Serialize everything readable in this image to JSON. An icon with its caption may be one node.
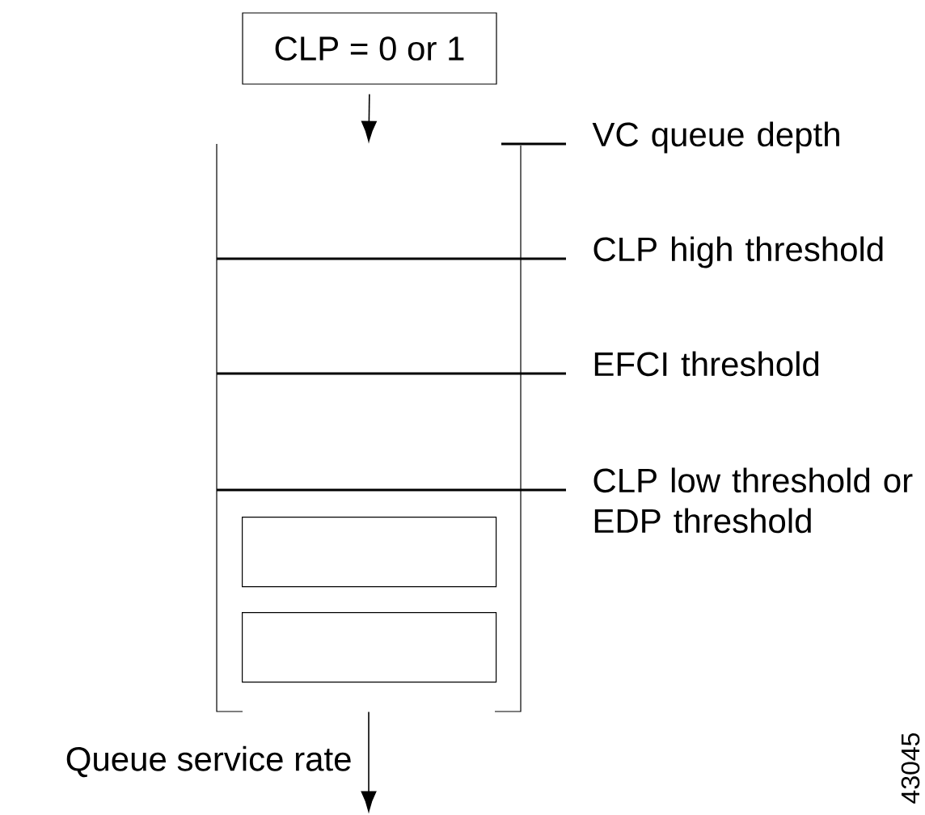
{
  "diagram": {
    "nodes": [
      {
        "text": [
          "CLP = 0 or 1"
        ]
      },
      {
        "text": [],
        "shape": "box"
      },
      {
        "text": [],
        "shape": "box",
        "in": 1
      },
      {
        "text": [],
        "shape": "box",
        "in": 1
      }
    ],
    "edges": [
      {
        "from": 0,
        "to": 1,
        "arrow": "to"
      },
      {
        "from": 1,
        "to": null,
        "arrow": "to",
        "label": "Queue service rate"
      }
    ],
    "labels": [
      "VC queue depth",
      "CLP high threshold",
      "EFCI threshold",
      "CLP low threshold or EDP threshold",
      "43045"
    ]
  }
}
